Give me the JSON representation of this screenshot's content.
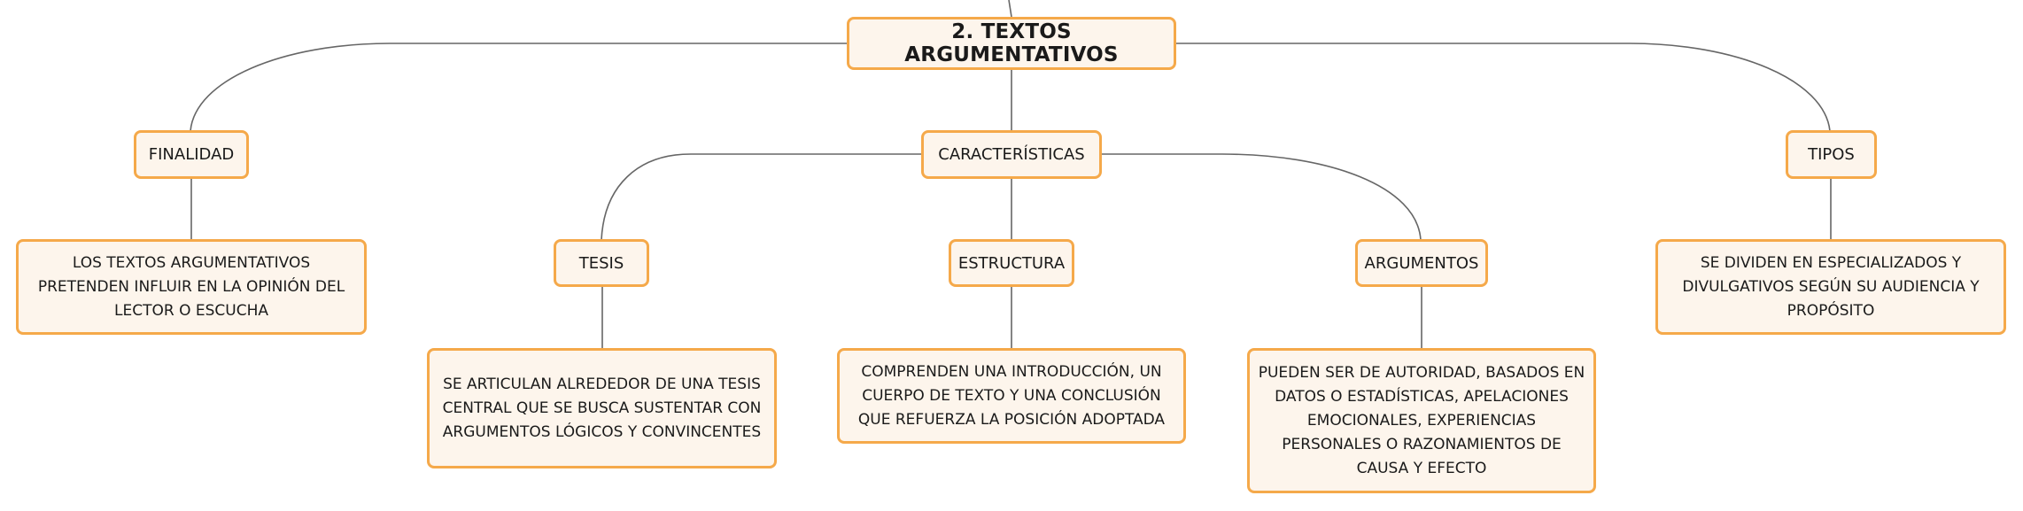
{
  "diagram": {
    "root": {
      "label": "2. TEXTOS ARGUMENTATIVOS"
    },
    "finalidad": {
      "label": "FINALIDAD",
      "detail": "LOS TEXTOS ARGUMENTATIVOS PRETENDEN INFLUIR EN LA OPINIÓN DEL LECTOR O ESCUCHA"
    },
    "caracteristicas": {
      "label": "CARACTERÍSTICAS",
      "tesis": {
        "label": "TESIS",
        "detail": "SE ARTICULAN ALREDEDOR DE UNA TESIS CENTRAL QUE SE BUSCA SUSTENTAR CON ARGUMENTOS LÓGICOS Y CONVINCENTES"
      },
      "estructura": {
        "label": "ESTRUCTURA",
        "detail": "COMPRENDEN UNA INTRODUCCIÓN, UN CUERPO DE TEXTO Y UNA CONCLUSIÓN QUE REFUERZA LA POSICIÓN ADOPTADA"
      },
      "argumentos": {
        "label": "ARGUMENTOS",
        "detail": "PUEDEN SER DE AUTORIDAD, BASADOS EN DATOS O ESTADÍSTICAS, APELACIONES EMOCIONALES, EXPERIENCIAS PERSONALES O RAZONAMIENTOS DE CAUSA Y EFECTO"
      }
    },
    "tipos": {
      "label": "TIPOS",
      "detail": "SE DIVIDEN EN ESPECIALIZADOS Y DIVULGATIVOS SEGÚN SU AUDIENCIA Y PROPÓSITO"
    },
    "colors": {
      "node_border": "#f5a94a",
      "node_fill": "#fdf5ec",
      "connector": "#666666",
      "text": "#1a1a1a"
    }
  }
}
